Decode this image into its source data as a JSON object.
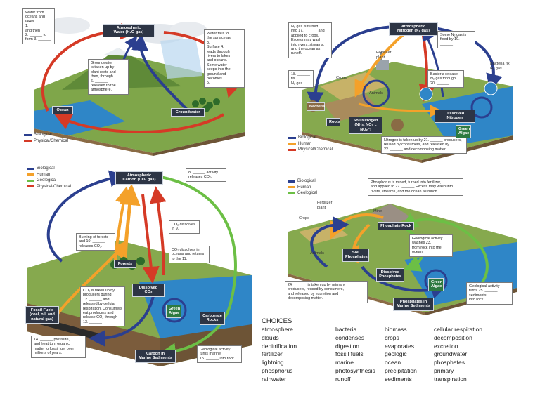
{
  "colors": {
    "biological": "#2b3f8f",
    "human": "#f4a12a",
    "geologic": "#6cbf45",
    "physical": "#d53a26",
    "water": "#2f86c7",
    "land": "#6e9a3c",
    "soil": "#8a6b45",
    "tag_bg": "#2d3545"
  },
  "water_cycle": {
    "title_tag": "Atmospheric\nWater (H₂O gas)",
    "box_left": "Water from\noceans and\nlakes\n1. ______\nand then\n2. ______ to\nform 3. ______",
    "box_right": "Water falls to\nthe surface as\n3. ______\nSurface 4. ______\nleads through\nrivers to lakes\nand oceans.\nSome water\nseeps into the\nground and\nbecomes\n5. ______",
    "box_center": "Groundwater\nis taken up by\nplant roots and\nthen, through\n6. ______\nreleased to the\natmosphere.",
    "tag_ocean": "Ocean",
    "tag_groundwater": "Groundwater",
    "legend": [
      "Biological",
      "Physical/Chemical"
    ]
  },
  "nitrogen_cycle": {
    "title_tag": "Atmospheric\nNitrogen (N₂ gas)",
    "box_top_left": "N₂ gas is turned\ninto 17. ______ and\napplied to crops.\nExcess may wash\ninto rivers, streams,\nand the ocean as\nrunoff.",
    "box_fix": "18. ______ fix\nN₂ gas.",
    "box_some": "Some N₂ gas is\nfixed by 19. ______",
    "box_bacteria_release": "Bacteria release\nN₂ gas through\n20. ______",
    "box_bottom": "Nitrogen is taken up by 21. ______ producers,\nreused by consumers, and released by\n22. ______ and decomposing matter.",
    "plain_fertilizer": "Fertilizer\nplant",
    "plain_crops": "Crops",
    "plain_animals": "Animals",
    "plain_bacteria_fix": "Bacteria fix\nN₂ gas.",
    "tag_bacteria": "Bacteria",
    "tag_roots": "Roots",
    "tag_soil": "Soil Nitrogen\n(NH₃, NO₃⁻,\nNO₂⁻)",
    "tag_dissolved": "Dissolved Nitrogen",
    "tag_green": "Green\nAlgae",
    "legend": [
      "Biological",
      "Human",
      "Physical/Chemical"
    ]
  },
  "carbon_cycle": {
    "title_tag": "Atmospheric\nCarbon (CO₂ gas)",
    "box_activity": "8. ______ activity\nreleases CO₂.",
    "box_burning": "Burning of forests\nand 10. ______\nreleases CO₂.",
    "box_dissolves": "CO₂ dissolves\nin 9. ______",
    "box_oceans": "CO₂ dissolves in\noceans and returns\nto the 11. ______",
    "box_taken": "CO₂ is taken up by\nproducers during\n12. ______ and\nreleased by cellular\nrespiration. Consumers\neat producers and\nrelease CO₂ through\n13. ______",
    "box_pressure": "14. ______ pressure,\nand heat turn organic\nmatter to fossil fuel over\nmillions of years.",
    "box_geo": "Geological activity\nturns marine\n15. ______ into rock.",
    "tag_forests": "Forests",
    "tag_dissolved": "Dissolved CO₂",
    "tag_green": "Green\nAlgae",
    "tag_fossil": "Fossil Fuels\n(coal, oil, and\nnatural gas)",
    "tag_carbonate": "Carbonate\nRocks",
    "tag_marine": "Carbon in\nMarine Sediments",
    "legend": [
      "Biological",
      "Human",
      "Geological",
      "Physical/Chemical"
    ]
  },
  "phosphorus_cycle": {
    "box_top": "Phosphorus is mined, turned into fertilizer,\nand applied to 27. ______ Excess may wash into\nrivers, streams, and the ocean as runoff.",
    "box_weather": "Geological activity\nwashes 23. ______\nfrom rock into the\nocean.",
    "box_producers": "24. ______ is taken up by primary\nproducers, reused by consumers,\nand released by excretion and\ndecomposing matter.",
    "box_geo": "Geological activity\nturns 25. ______ sediments\ninto rock.",
    "plain_fertilizer": "Fertilizer\nplant",
    "plain_crops": "Crops",
    "plain_mine": "Mine",
    "plain_animals": "Animals",
    "tag_rock": "Phosphate Rock",
    "tag_soil": "Soil\nPhosphates",
    "tag_dissolved": "Dissolved\nPhosphates",
    "tag_green": "Green\nAlgae",
    "tag_marine": "Phosphates in\nMarine Sediments",
    "legend": [
      "Biological",
      "Human",
      "Geological"
    ]
  },
  "choices": {
    "title": "CHOICES",
    "words": [
      "atmosphere",
      "bacteria",
      "biomass",
      "cellular respiration",
      "clouds",
      "condenses",
      "crops",
      "decomposition",
      "denitrification",
      "digestion",
      "evaporates",
      "excretion",
      "fertilizer",
      "fossil fuels",
      "geologic",
      "groundwater",
      "lightning",
      "marine",
      "ocean",
      "phosphates",
      "phosphorus",
      "photosynthesis",
      "precipitation",
      "primary",
      "rainwater",
      "runoff",
      "sediments",
      "transpiration"
    ]
  }
}
